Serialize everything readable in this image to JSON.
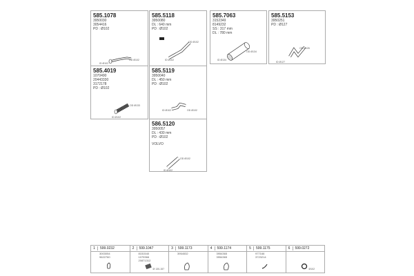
{
  "parts": [
    {
      "number": "585.1078",
      "lines": [
        "3950030",
        "3054416",
        "PD : Ø102"
      ],
      "labels": [
        "ID Ø102",
        "OD Ø102"
      ]
    },
    {
      "number": "585.5118",
      "lines": [
        "3950080",
        "DL : 640 mm",
        "PD : Ø102"
      ],
      "labels": [
        "OD Ø102",
        "ID Ø102"
      ]
    },
    {
      "number": "585.7063",
      "lines": [
        "3152349",
        "8149232",
        "SS : 317 mm",
        "DL : 780 mm"
      ],
      "labels": [
        "OD Ø134",
        "ID Ø134"
      ]
    },
    {
      "number": "585.5153",
      "lines": [
        "3950251",
        "PD : Ø127"
      ],
      "labels": [
        "OD Ø126",
        "ID Ø127"
      ]
    },
    {
      "number": "585.4019",
      "lines": [
        "1070490",
        "20443330",
        "3172178",
        "PD : Ø102"
      ],
      "labels": [
        "OD Ø133",
        "ID Ø102"
      ]
    },
    {
      "number": "585.5119",
      "lines": [
        "3950040",
        "DL : 450 mm",
        "PD : Ø102"
      ],
      "labels": [
        "ID Ø102",
        "OD Ø102"
      ]
    },
    {
      "number": "586.5120",
      "lines": [
        "3950057",
        "DL : 430 mm",
        "PD : Ø102",
        "VOLVO"
      ],
      "labels": [
        "OD Ø102",
        "ID Ø102"
      ]
    }
  ],
  "accessories": [
    {
      "index": "1",
      "number": "599.0232",
      "lines": [
        "3003054",
        "9622760"
      ],
      "label": ""
    },
    {
      "index": "2",
      "number": "599.1047",
      "lines": [
        "8151540",
        "1079366",
        "20871312"
      ],
      "label": "Ø 130-157"
    },
    {
      "index": "3",
      "number": "599.1173",
      "lines": [
        "3954532"
      ],
      "label": ""
    },
    {
      "index": "4",
      "number": "599.1174",
      "lines": [
        "3954365",
        "3954365"
      ],
      "label": ""
    },
    {
      "index": "5",
      "number": "599.1175",
      "lines": [
        "977166",
        "3723214"
      ],
      "label": ""
    },
    {
      "index": "6",
      "number": "599.0272",
      "lines": [],
      "label": "Ø102"
    }
  ]
}
